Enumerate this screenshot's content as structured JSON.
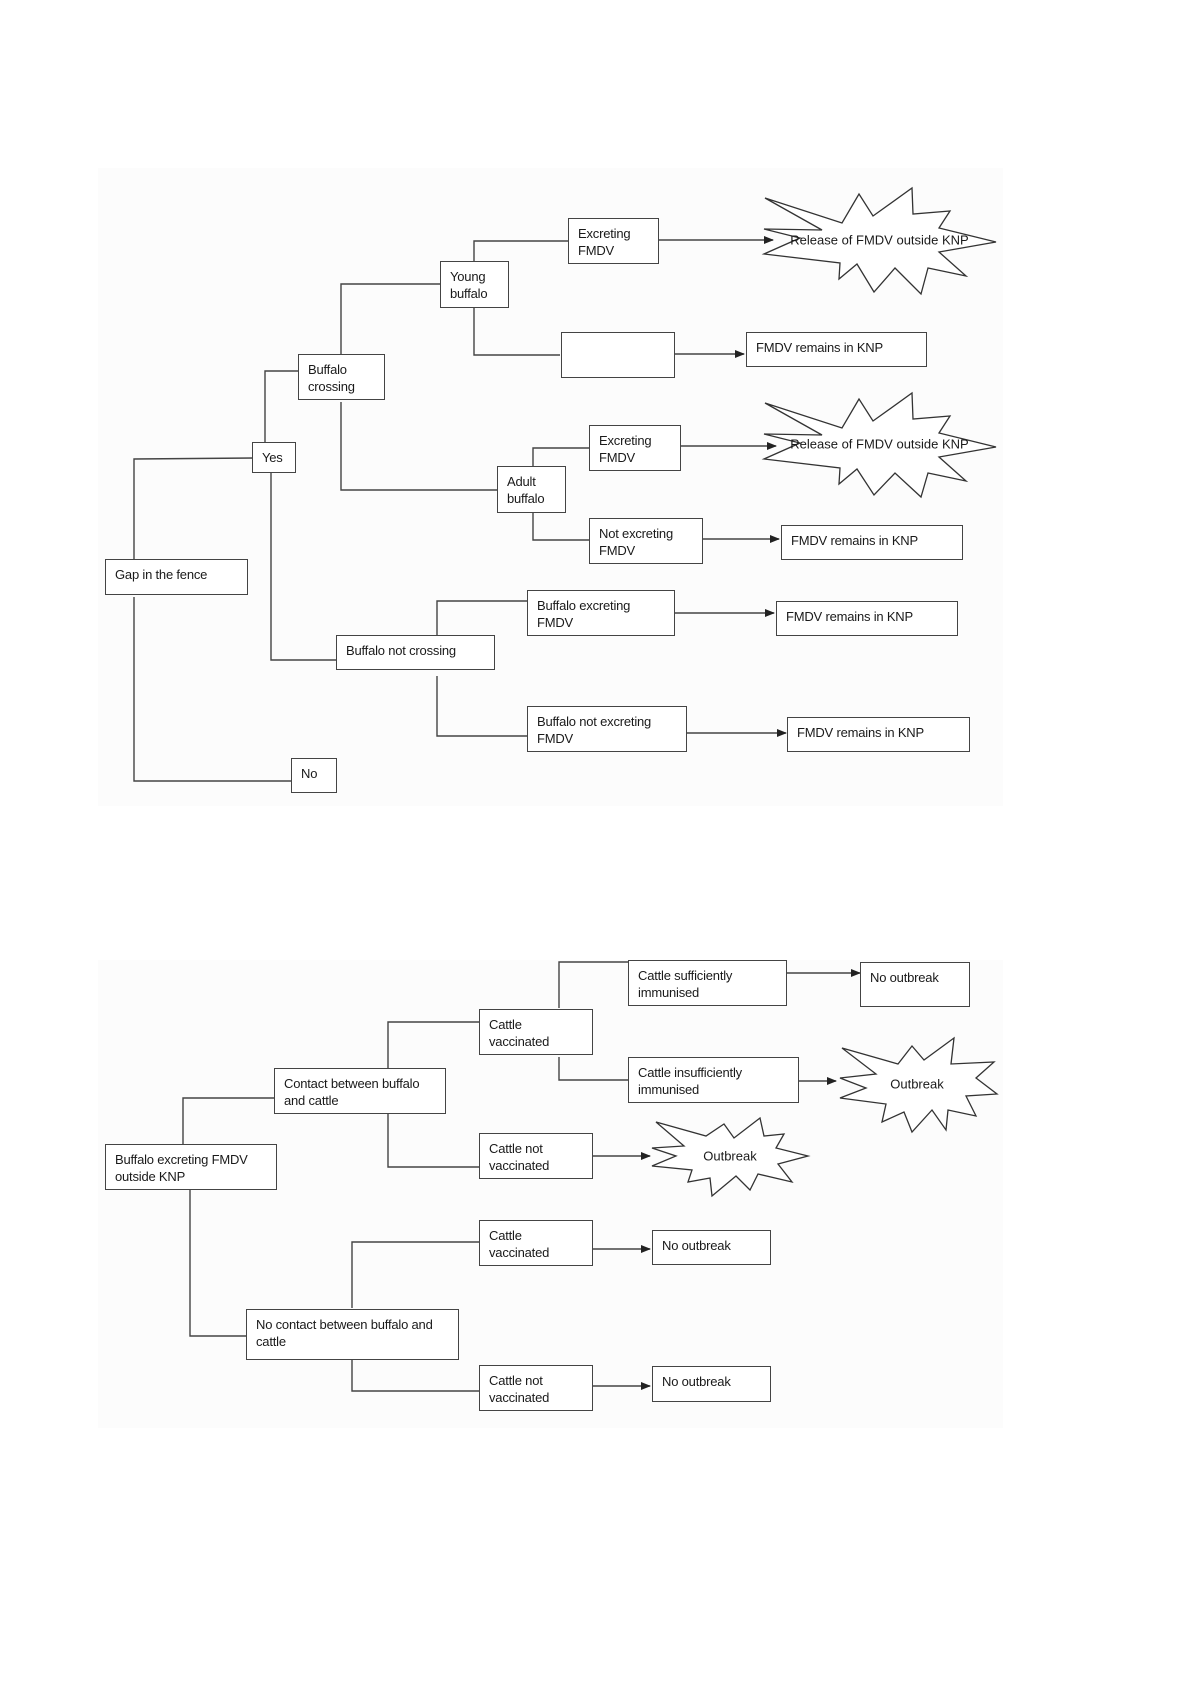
{
  "diagram1": {
    "root": "Gap in the fence",
    "yes": "Yes",
    "no": "No",
    "buffalo_crossing": "Buffalo crossing",
    "buffalo_not_crossing": "Buffalo not crossing",
    "young_buffalo": "Young buffalo",
    "adult_buffalo": "Adult buffalo",
    "young_excreting": "Excreting FMDV",
    "young_empty": "",
    "adult_excreting": "Excreting FMDV",
    "adult_not_excreting": "Not excreting FMDV",
    "nc_excreting": "Buffalo excreting FMDV",
    "nc_not_excreting": "Buffalo not excreting FMDV",
    "outcomes": {
      "release_1": "Release of FMDV outside KNP",
      "remains_1": "FMDV remains in KNP",
      "release_2": "Release of FMDV outside KNP",
      "remains_2": "FMDV remains in KNP",
      "remains_3": "FMDV remains in KNP",
      "remains_4": "FMDV remains in KNP"
    }
  },
  "diagram2": {
    "root": "Buffalo excreting FMDV outside KNP",
    "contact": "Contact between buffalo and cattle",
    "no_contact": "No contact between buffalo and cattle",
    "c_vaccinated": "Cattle vaccinated",
    "c_not_vaccinated": "Cattle not vaccinated",
    "sufficient": "Cattle sufficiently immunised",
    "insufficient": "Cattle insufficiently immunised",
    "nc_vaccinated": "Cattle vaccinated",
    "nc_not_vaccinated": "Cattle not vaccinated",
    "outcomes": {
      "no_outbreak_1": "No outbreak",
      "outbreak_1": "Outbreak",
      "outbreak_2": "Outbreak",
      "no_outbreak_2": "No outbreak",
      "no_outbreak_3": "No outbreak"
    }
  },
  "colors": {
    "line": "#444444",
    "panel": "#fcfcfc"
  }
}
